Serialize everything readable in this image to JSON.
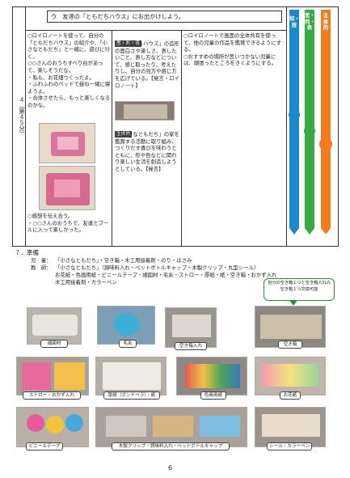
{
  "table": {
    "period_label": "４（第４５分）",
    "activity_title": "ウ　友達の「ともだちハウス」にお出かけしよう。",
    "col1": {
      "paragraphs": [
        "○ロイロノートを使って、自分の「ともだちハウス」の紹介や、「小さなともだち」と一緒に、遊びに行く。",
        "○○さんのおうちすべり台があって、楽しそうだな。",
        "・私も、お花畑つくったよ。",
        "・ふわふわのベッドで昼ね一緒に寝ようよ。",
        "・合体させたら、もっと楽しくなるのかな。"
      ],
      "after": [
        "○感想を伝え合う。",
        "・○○さんのおうちで、友達とプールに入って楽しかった。"
      ]
    },
    "col2": {
      "badge1": "思・判・表",
      "text1": "・「ともだちハウス」の造形の面白さや楽しさ、表したいこと、表し方などについて、感じ取ったり、考えたりし、自分の見方や感じ方を広げている。【発言・ロイロノート】",
      "badge2": "主体的",
      "text2": "・「小さなともだち」の家を鑑賞する活動に取り組み、つくりだす喜びを味わうとともに、形や色などに関わり楽しい生活を創造しようとしている。【発言】"
    },
    "col3": {
      "p1": "○ロイロノートで画面の全体共有を使って、他の児童の作品を鑑賞できるようにする。",
      "p2": "○おすすめの場所が思いつかない児童には、頑張ったところをきくようにする。"
    },
    "bars": [
      {
        "label": "知・技",
        "color": "#1a88c9"
      },
      {
        "label": "思・判・表",
        "color": "#3aa845"
      },
      {
        "label": "主体的",
        "color": "#f07c1f"
      }
    ]
  },
  "prep": {
    "heading": "７．準備",
    "child_label": "児　童：",
    "child_items": "「小さなともだち」・空き箱・木工用接着剤・のり・はさみ",
    "teacher_label": "教　師：",
    "teacher_line1": "「小さなともだち」（調味料入れ・ペットボトルキャップ・木製クリップ・丸型シール）",
    "teacher_line2": "お花紙・色画用紙・ビニールテープ・細図材・毛糸・ストロー・厚紙・紙・空き箱・おかず入れ",
    "teacher_line3": "木工用接着剤・カラーペン"
  },
  "callout": "自分の空き箱１つと空き箱入れの空き箱１つ交換可能",
  "photos": [
    {
      "caption": "細図材"
    },
    {
      "caption": "毛糸"
    },
    {
      "caption": "空き箱入れ"
    },
    {
      "caption": "空き箱"
    },
    {
      "caption": "ストロー・おかず入れ"
    },
    {
      "caption": "厚紙（ボンドベラ）・紙"
    },
    {
      "caption": "色画用紙"
    },
    {
      "caption": "お花紙"
    },
    {
      "caption": "ビニールテープ"
    },
    {
      "caption": "木製クリップ・調味料入れ・ペットボトルキャップ"
    },
    {
      "caption": "シール・カラーペン"
    }
  ],
  "page_number": "6"
}
